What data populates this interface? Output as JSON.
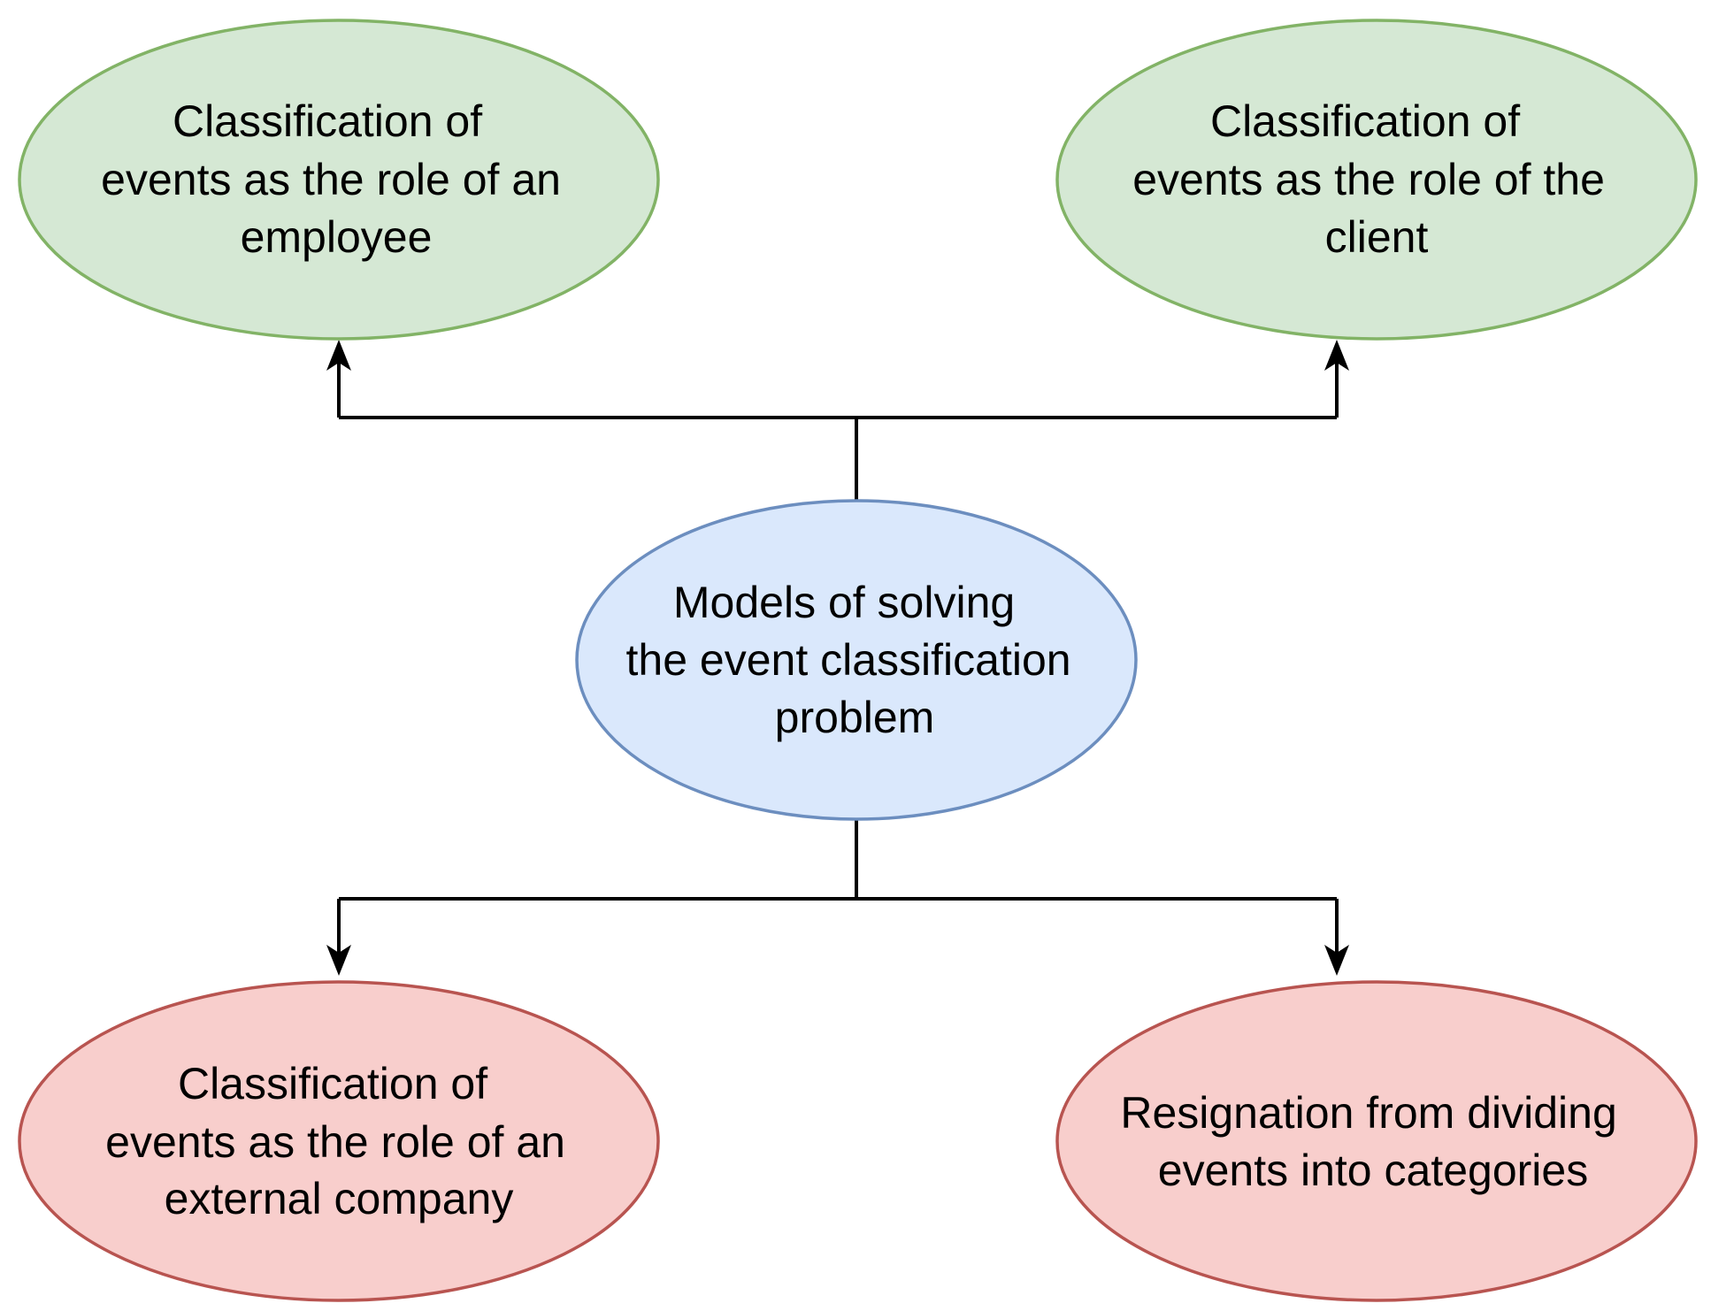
{
  "nodes": {
    "center": {
      "lines": [
        "Models of solving",
        "the event classification",
        "problem"
      ],
      "fill": "#dae8fc",
      "stroke": "#6c8ebf"
    },
    "employee": {
      "lines": [
        "Classification of",
        "events as the role of an",
        "employee"
      ],
      "fill": "#d5e8d4",
      "stroke": "#82b366"
    },
    "client": {
      "lines": [
        "Classification of",
        "events as the role of the",
        "client"
      ],
      "fill": "#d5e8d4",
      "stroke": "#82b366"
    },
    "external_company": {
      "lines": [
        "Classification of",
        "events as the role of an",
        "external company"
      ],
      "fill": "#f8cecc",
      "stroke": "#b85450"
    },
    "resignation": {
      "lines": [
        "Resignation from dividing",
        "events into categories"
      ],
      "fill": "#f8cecc",
      "stroke": "#b85450"
    }
  },
  "connectors": {
    "stroke": "#000000"
  }
}
